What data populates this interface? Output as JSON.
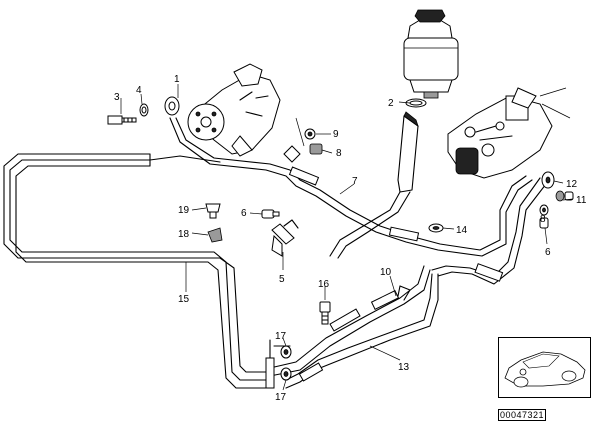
{
  "callouts": [
    "1",
    "2",
    "3",
    "4",
    "5",
    "6",
    "7",
    "8",
    "9",
    "10",
    "11",
    "12",
    "13",
    "14",
    "15",
    "16",
    "17",
    "18",
    "19"
  ],
  "labels": {
    "c1": "1",
    "c2": "2",
    "c3": "3",
    "c4": "4",
    "c5": "5",
    "c6a": "6",
    "c6b": "6",
    "c7": "7",
    "c8a": "8",
    "c8b": "8",
    "c9": "9",
    "c10": "10",
    "c11": "11",
    "c12": "12",
    "c13": "13",
    "c14": "14",
    "c15": "15",
    "c16": "16",
    "c17a": "17",
    "c17b": "17",
    "c18": "18",
    "c19": "19"
  },
  "doc_code": "00047321",
  "colors": {
    "line": "#000000",
    "background": "#ffffff",
    "shade": "#9a9a9a"
  }
}
